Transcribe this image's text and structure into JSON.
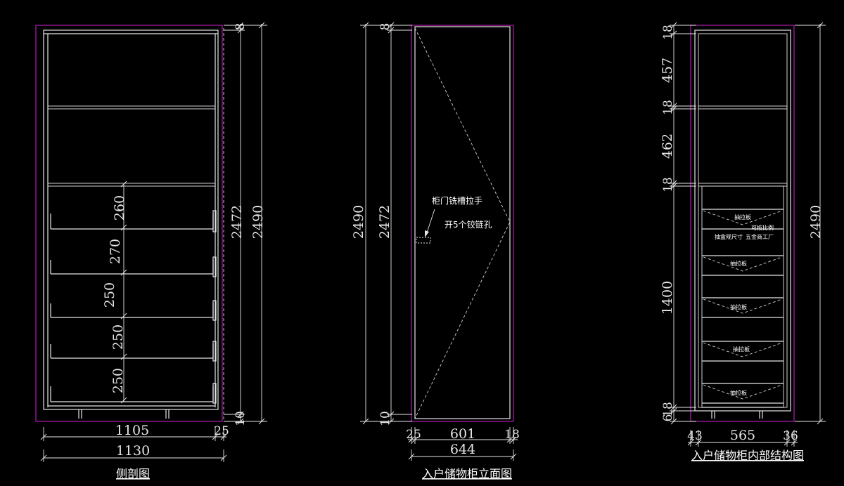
{
  "views": {
    "side_section": {
      "title": "侧剖图",
      "dims": {
        "height_total": "2490",
        "height_inner": "2472",
        "top_small": "8",
        "bottom_small": "10",
        "width_total": "1130",
        "width_inner": "1105",
        "width_back": "25",
        "drawer_spacings": [
          "260",
          "270",
          "250",
          "250",
          "250"
        ]
      }
    },
    "front_elevation": {
      "title": "入户储物柜立面图",
      "dims": {
        "height_total": "2490",
        "height_inner": "2472",
        "top_small": "8",
        "bottom_small": "10",
        "width_total": "644",
        "width_left": "25",
        "width_door": "601",
        "width_right": "18"
      },
      "notes": [
        "柜门铣槽拉手",
        "开5个铰链孔"
      ]
    },
    "internal_structure": {
      "title": "入户储物柜内部结构图",
      "dims": {
        "height_total": "2490",
        "vertical": [
          "18",
          "457",
          "18",
          "462",
          "18",
          "1400",
          "18",
          "6"
        ],
        "width_left": "43",
        "width_mid": "565",
        "width_right": "36"
      },
      "drawer_label": "抽拉板",
      "notes": [
        "可按比例",
        "抽盒规尺寸",
        "五金商工厂"
      ]
    }
  },
  "colors": {
    "background": "#000000",
    "line": "#e6e6e6",
    "outline": "#b01ab0"
  }
}
